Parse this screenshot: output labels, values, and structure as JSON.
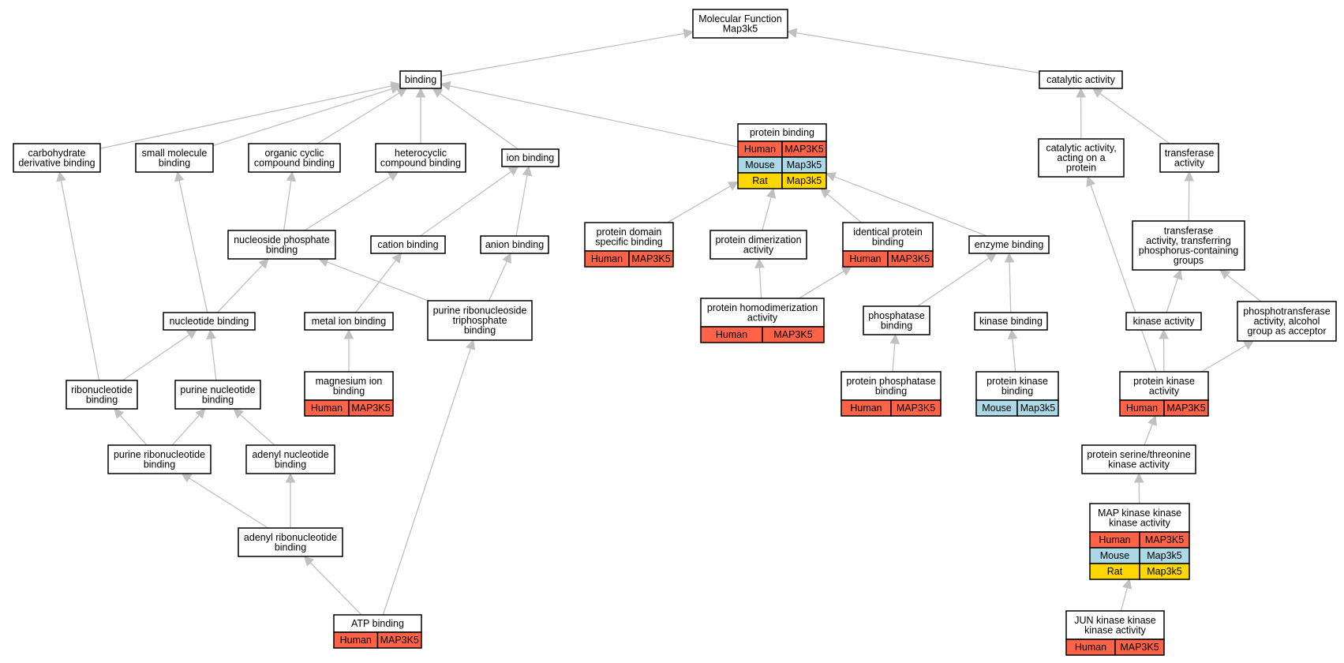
{
  "colors": {
    "edge": "#c0c0c0",
    "border": "#000000",
    "Human": "#ff6347",
    "Mouse": "#add8e6",
    "Rat": "#ffd700"
  },
  "nodes": {
    "molecular_function": {
      "lines": [
        "Molecular Function",
        "Map3k5"
      ],
      "rows": []
    },
    "binding": {
      "lines": [
        "binding"
      ],
      "rows": []
    },
    "catalytic_activity": {
      "lines": [
        "catalytic activity"
      ],
      "rows": []
    },
    "carbohydrate_derivative_binding": {
      "lines": [
        "carbohydrate",
        "derivative binding"
      ],
      "rows": []
    },
    "small_molecule_binding": {
      "lines": [
        "small molecule",
        "binding"
      ],
      "rows": []
    },
    "organic_cyclic_compound_binding": {
      "lines": [
        "organic cyclic",
        "compound binding"
      ],
      "rows": []
    },
    "heterocyclic_compound_binding": {
      "lines": [
        "heterocyclic",
        "compound binding"
      ],
      "rows": []
    },
    "ion_binding": {
      "lines": [
        "ion binding"
      ],
      "rows": []
    },
    "protein_binding": {
      "lines": [
        "protein binding"
      ],
      "rows": [
        [
          "Human",
          "MAP3K5"
        ],
        [
          "Mouse",
          "Map3k5"
        ],
        [
          "Rat",
          "Map3k5"
        ]
      ]
    },
    "catalytic_activity_acting_on_a_protein": {
      "lines": [
        "catalytic activity,",
        "acting on a",
        "protein"
      ],
      "rows": []
    },
    "transferase_activity": {
      "lines": [
        "transferase",
        "activity"
      ],
      "rows": []
    },
    "nucleoside_phosphate_binding": {
      "lines": [
        "nucleoside phosphate",
        "binding"
      ],
      "rows": []
    },
    "cation_binding": {
      "lines": [
        "cation binding"
      ],
      "rows": []
    },
    "anion_binding": {
      "lines": [
        "anion binding"
      ],
      "rows": []
    },
    "protein_domain_specific_binding": {
      "lines": [
        "protein domain",
        "specific binding"
      ],
      "rows": [
        [
          "Human",
          "MAP3K5"
        ]
      ]
    },
    "protein_dimerization_activity": {
      "lines": [
        "protein dimerization",
        "activity"
      ],
      "rows": []
    },
    "identical_protein_binding": {
      "lines": [
        "identical protein",
        "binding"
      ],
      "rows": [
        [
          "Human",
          "MAP3K5"
        ]
      ]
    },
    "enzyme_binding": {
      "lines": [
        "enzyme binding"
      ],
      "rows": []
    },
    "transferase_phosphorus": {
      "lines": [
        "transferase",
        "activity, transferring",
        "phosphorus-containing",
        "groups"
      ],
      "rows": []
    },
    "nucleotide_binding": {
      "lines": [
        "nucleotide binding"
      ],
      "rows": []
    },
    "metal_ion_binding": {
      "lines": [
        "metal ion binding"
      ],
      "rows": []
    },
    "purine_ribonucleoside_triphosphate_binding": {
      "lines": [
        "purine ribonucleoside",
        "triphosphate",
        "binding"
      ],
      "rows": []
    },
    "protein_homodimerization_activity": {
      "lines": [
        "protein homodimerization",
        "activity"
      ],
      "rows": [
        [
          "Human",
          "MAP3K5"
        ]
      ]
    },
    "phosphatase_binding": {
      "lines": [
        "phosphatase",
        "binding"
      ],
      "rows": []
    },
    "kinase_binding": {
      "lines": [
        "kinase binding"
      ],
      "rows": []
    },
    "kinase_activity": {
      "lines": [
        "kinase activity"
      ],
      "rows": []
    },
    "phosphotransferase_alcohol": {
      "lines": [
        "phosphotransferase",
        "activity, alcohol",
        "group as acceptor"
      ],
      "rows": []
    },
    "ribonucleotide_binding": {
      "lines": [
        "ribonucleotide",
        "binding"
      ],
      "rows": []
    },
    "purine_nucleotide_binding": {
      "lines": [
        "purine nucleotide",
        "binding"
      ],
      "rows": []
    },
    "magnesium_ion_binding": {
      "lines": [
        "magnesium ion",
        "binding"
      ],
      "rows": [
        [
          "Human",
          "MAP3K5"
        ]
      ]
    },
    "protein_phosphatase_binding": {
      "lines": [
        "protein phosphatase",
        "binding"
      ],
      "rows": [
        [
          "Human",
          "MAP3K5"
        ]
      ]
    },
    "protein_kinase_binding": {
      "lines": [
        "protein kinase",
        "binding"
      ],
      "rows": [
        [
          "Mouse",
          "Map3k5"
        ]
      ]
    },
    "protein_kinase_activity": {
      "lines": [
        "protein kinase",
        "activity"
      ],
      "rows": [
        [
          "Human",
          "MAP3K5"
        ]
      ]
    },
    "purine_ribonucleotide_binding": {
      "lines": [
        "purine ribonucleotide",
        "binding"
      ],
      "rows": []
    },
    "adenyl_nucleotide_binding": {
      "lines": [
        "adenyl nucleotide",
        "binding"
      ],
      "rows": []
    },
    "protein_serine_threonine_kinase_activity": {
      "lines": [
        "protein serine/threonine",
        "kinase activity"
      ],
      "rows": []
    },
    "adenyl_ribonucleotide_binding": {
      "lines": [
        "adenyl ribonucleotide",
        "binding"
      ],
      "rows": []
    },
    "map_kinase_kinase_kinase_activity": {
      "lines": [
        "MAP kinase kinase",
        "kinase activity"
      ],
      "rows": [
        [
          "Human",
          "MAP3K5"
        ],
        [
          "Mouse",
          "Map3k5"
        ],
        [
          "Rat",
          "Map3k5"
        ]
      ]
    },
    "atp_binding": {
      "lines": [
        "ATP binding"
      ],
      "rows": [
        [
          "Human",
          "MAP3K5"
        ]
      ]
    },
    "jun_kinase_kinase_kinase_activity": {
      "lines": [
        "JUN kinase kinase",
        "kinase activity"
      ],
      "rows": [
        [
          "Human",
          "MAP3K5"
        ]
      ]
    }
  }
}
